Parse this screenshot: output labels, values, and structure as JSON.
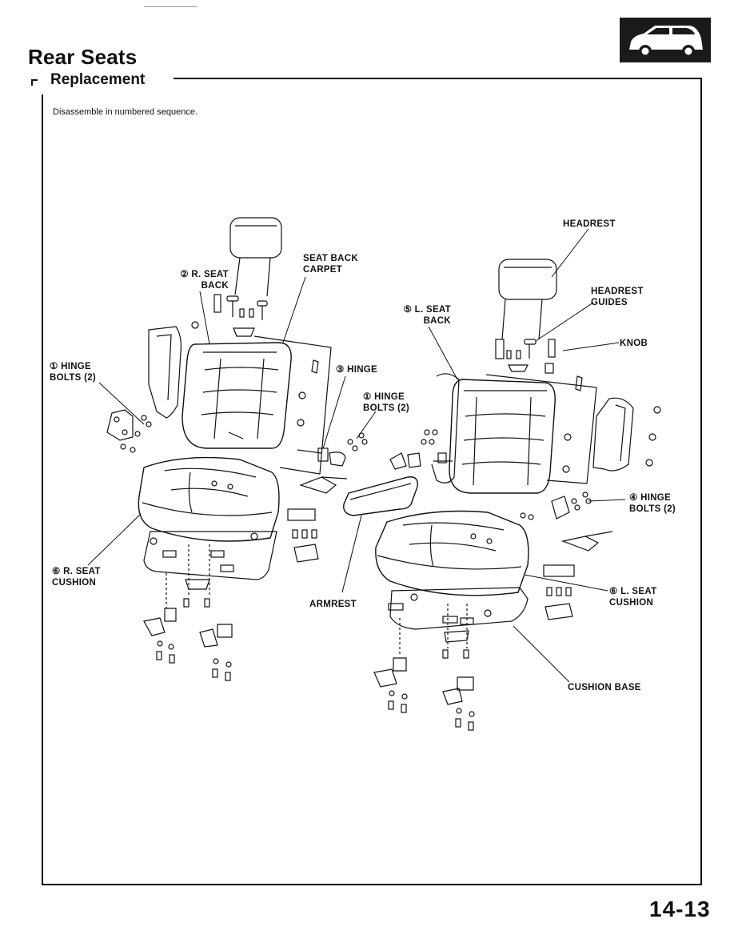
{
  "header": {
    "title": "Rear Seats",
    "subtitle": "Replacement"
  },
  "intro_text": "Disassemble in numbered sequence.",
  "callouts": {
    "r_seat_back": "② R. SEAT\nBACK",
    "seat_back_carpet": "SEAT BACK\nCARPET",
    "headrest": "HEADREST",
    "headrest_guides": "HEADREST\nGUIDES",
    "l_seat_back": "⑤ L. SEAT\nBACK",
    "hinge_bolts_1_left": "① HINGE\nBOLTS (2)",
    "hinge_3": "③ HINGE",
    "hinge_bolts_1_center": "① HINGE\nBOLTS (2)",
    "knob": "KNOB",
    "hinge_bolts_4": "④ HINGE\nBOLTS (2)",
    "r_seat_cushion": "⑥ R. SEAT\nCUSHION",
    "armrest": "ARMREST",
    "l_seat_cushion": "⑥ L. SEAT\nCUSHION",
    "cushion_base": "CUSHION BASE"
  },
  "footer": {
    "page_number": "14-13"
  },
  "section_icon": "car-body-icon"
}
